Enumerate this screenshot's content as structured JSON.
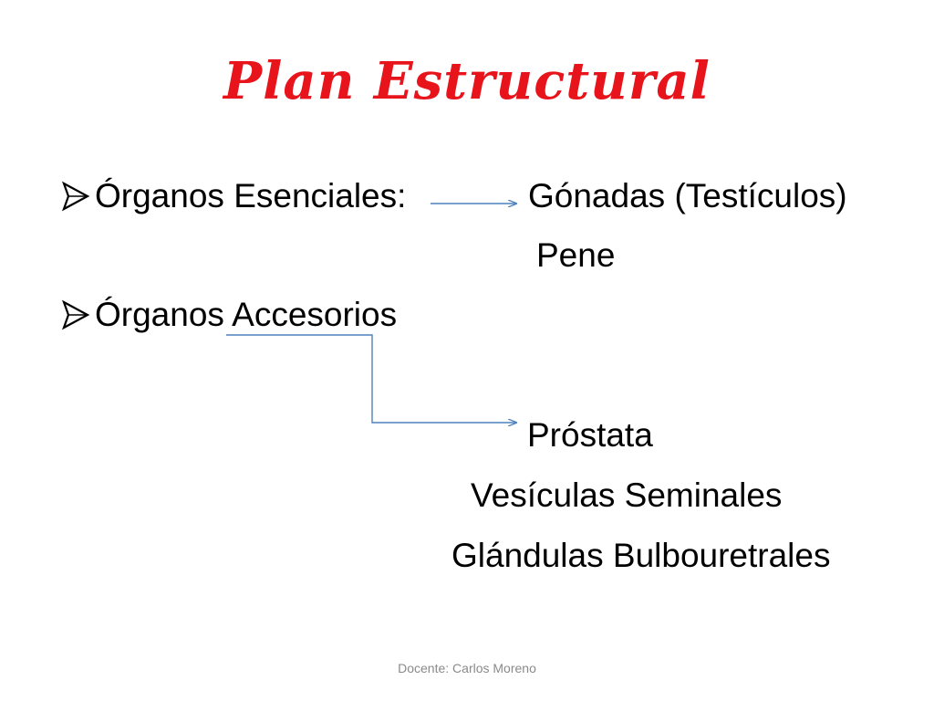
{
  "slide": {
    "title": "Plan Estructural",
    "title_color": "#e8141b",
    "bullets": [
      {
        "label": "Órganos Esenciales:",
        "icon": "arrow-bullet-icon"
      },
      {
        "label": "Órganos Accesorios",
        "icon": "arrow-bullet-icon"
      }
    ],
    "essential_organs": [
      "Gónadas (Testículos)",
      "Pene"
    ],
    "accessory_organs": [
      "Próstata",
      "Vesículas Seminales",
      "Glándulas Bulbouretrales"
    ],
    "connector_color": "#4f81bd",
    "footer": "Docente: Carlos Moreno"
  }
}
